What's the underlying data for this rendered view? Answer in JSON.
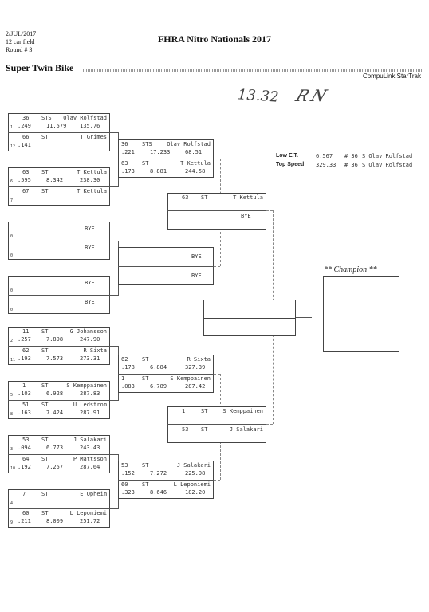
{
  "header": {
    "date": "2/JUL/2017",
    "field": "12 car field",
    "round": "Round # 3",
    "title": "FHRA Nitro Nationals 2017",
    "class": "Super Twin Bike",
    "system": "CompuLink StarTrak"
  },
  "handwriting": {
    "et": "13.32",
    "initials": "RN"
  },
  "stats": {
    "low_et_label": "Low  E.T.",
    "low_et_value": "6.567",
    "low_et_car": "# 36",
    "low_et_name": "S Olav Rolfstad",
    "top_speed_label": "Top Speed",
    "top_speed_value": "329.33",
    "top_speed_car": "# 36",
    "top_speed_name": "S Olav Rolfstad"
  },
  "champion_label": "** Champion **",
  "round1": [
    {
      "top": {
        "no": "36",
        "cls": "STS",
        "name": "Olav Rolfstad",
        "lane": "1",
        "rt": ".249",
        "et": "11.579",
        "mph": "135.76"
      },
      "bot": {
        "no": "66",
        "cls": "ST",
        "name": "T Grimes",
        "lane": "12",
        "rt": ".141",
        "et": "",
        "mph": ""
      }
    },
    {
      "top": {
        "no": "63",
        "cls": "ST",
        "name": "T Kettula",
        "lane": "6",
        "rt": ".595",
        "et": "8.342",
        "mph": "238.30"
      },
      "bot": {
        "no": "67",
        "cls": "ST",
        "name": "T Kettula",
        "lane": "7",
        "rt": "",
        "et": "",
        "mph": ""
      }
    },
    {
      "top": {
        "no": "",
        "cls": "",
        "name": "BYE",
        "lane": "0",
        "rt": "",
        "et": "",
        "mph": ""
      },
      "bot": {
        "no": "",
        "cls": "",
        "name": "BYE",
        "lane": "0",
        "rt": "",
        "et": "",
        "mph": ""
      }
    },
    {
      "top": {
        "no": "",
        "cls": "",
        "name": "BYE",
        "lane": "0",
        "rt": "",
        "et": "",
        "mph": ""
      },
      "bot": {
        "no": "",
        "cls": "",
        "name": "BYE",
        "lane": "0",
        "rt": "",
        "et": "",
        "mph": ""
      }
    },
    {
      "top": {
        "no": "11",
        "cls": "ST",
        "name": "G Johansson",
        "lane": "2",
        "rt": ".257",
        "et": "7.898",
        "mph": "247.90"
      },
      "bot": {
        "no": "62",
        "cls": "ST",
        "name": "R Sixta",
        "lane": "11",
        "rt": ".193",
        "et": "7.573",
        "mph": "273.31"
      }
    },
    {
      "top": {
        "no": "1",
        "cls": "ST",
        "name": "S Kemppainen",
        "lane": "5",
        "rt": ".103",
        "et": "6.928",
        "mph": "287.83"
      },
      "bot": {
        "no": "51",
        "cls": "ST",
        "name": "U Ledstrom",
        "lane": "8",
        "rt": ".163",
        "et": "7.424",
        "mph": "287.91"
      }
    },
    {
      "top": {
        "no": "53",
        "cls": "ST",
        "name": "J Salakari",
        "lane": "3",
        "rt": ".094",
        "et": "6.773",
        "mph": "243.43"
      },
      "bot": {
        "no": "64",
        "cls": "ST",
        "name": "P Mattsson",
        "lane": "10",
        "rt": ".192",
        "et": "7.257",
        "mph": "287.64"
      }
    },
    {
      "top": {
        "no": "7",
        "cls": "ST",
        "name": "E Opheim",
        "lane": "4",
        "rt": "",
        "et": "",
        "mph": ""
      },
      "bot": {
        "no": "60",
        "cls": "ST",
        "name": "L Leponiemi",
        "lane": "9",
        "rt": ".211",
        "et": "8.009",
        "mph": "251.72"
      }
    }
  ],
  "round2": [
    {
      "top": {
        "no": "36",
        "cls": "STS",
        "name": "Olav Rolfstad",
        "rt": ".221",
        "et": "17.233",
        "mph": "68.51"
      },
      "bot": {
        "no": "63",
        "cls": "ST",
        "name": "T Kettula",
        "rt": ".173",
        "et": "8.881",
        "mph": "244.58"
      }
    },
    {
      "top": {
        "no": "",
        "cls": "",
        "name": "BYE",
        "rt": "",
        "et": "",
        "mph": ""
      },
      "bot": {
        "no": "",
        "cls": "",
        "name": "BYE",
        "rt": "",
        "et": "",
        "mph": ""
      }
    },
    {
      "top": {
        "no": "62",
        "cls": "ST",
        "name": "R Sixta",
        "rt": ".178",
        "et": "6.884",
        "mph": "327.39"
      },
      "bot": {
        "no": "1",
        "cls": "ST",
        "name": "S Kemppainen",
        "rt": ".083",
        "et": "6.789",
        "mph": "287.42"
      }
    },
    {
      "top": {
        "no": "53",
        "cls": "ST",
        "name": "J Salakari",
        "rt": ".152",
        "et": "7.272",
        "mph": "225.98"
      },
      "bot": {
        "no": "60",
        "cls": "ST",
        "name": "L Leponiemi",
        "rt": ".323",
        "et": "8.646",
        "mph": "182.20"
      }
    }
  ],
  "round3": [
    {
      "top": {
        "no": "63",
        "cls": "ST",
        "name": "T Kettula"
      },
      "bot": {
        "no": "",
        "cls": "",
        "name": "BYE"
      }
    },
    {
      "top": {
        "no": "1",
        "cls": "ST",
        "name": "S Kemppainen"
      },
      "bot": {
        "no": "53",
        "cls": "ST",
        "name": "J Salakari"
      }
    }
  ]
}
